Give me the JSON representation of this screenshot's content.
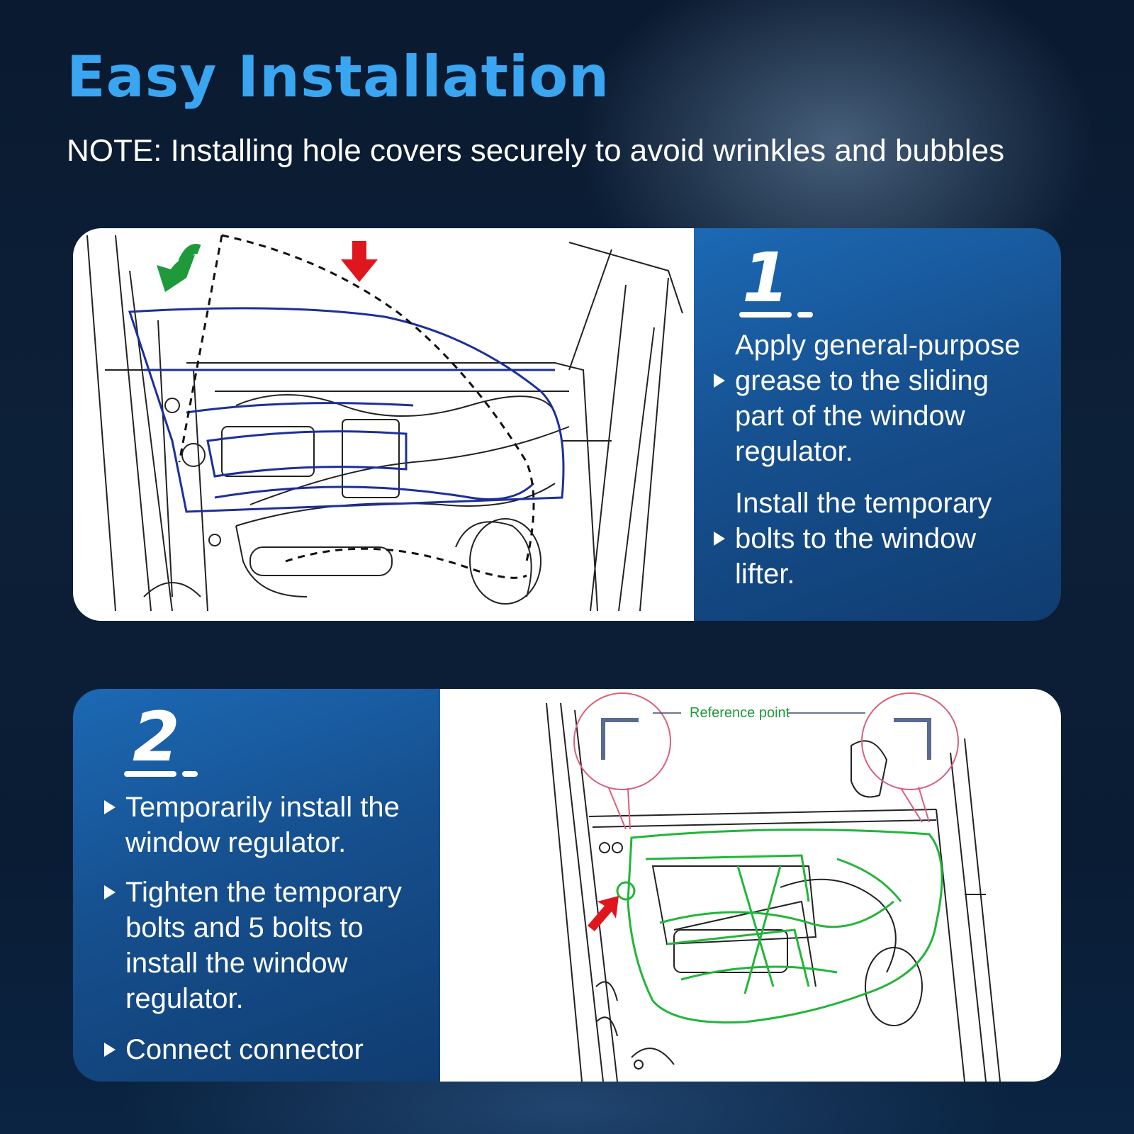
{
  "header": {
    "title": "Easy Installation",
    "note": "NOTE: Installing hole covers securely to avoid wrinkles and bubbles"
  },
  "steps": [
    {
      "number": "1",
      "bullets": [
        "Apply general-purpose\ngrease to the sliding\npart of the window\nregulator.",
        "Install the temporary\nbolts to the window\nlifter."
      ]
    },
    {
      "number": "2",
      "bullets": [
        "Temporarily install the\nwindow regulator.",
        "Tighten the temporary\nbolts and 5 bolts to\ninstall the window\nregulator.",
        "Connect connector"
      ],
      "diagram_caption": "Reference point"
    }
  ],
  "colors": {
    "title": "#3aa6f2",
    "panel_blue": "#16508f",
    "arrow_green": "#1e9a3a",
    "arrow_red": "#e0161e",
    "outline_navy": "#1c2f9a",
    "outline_green": "#22b53a",
    "callout_pink": "#d8607a"
  }
}
